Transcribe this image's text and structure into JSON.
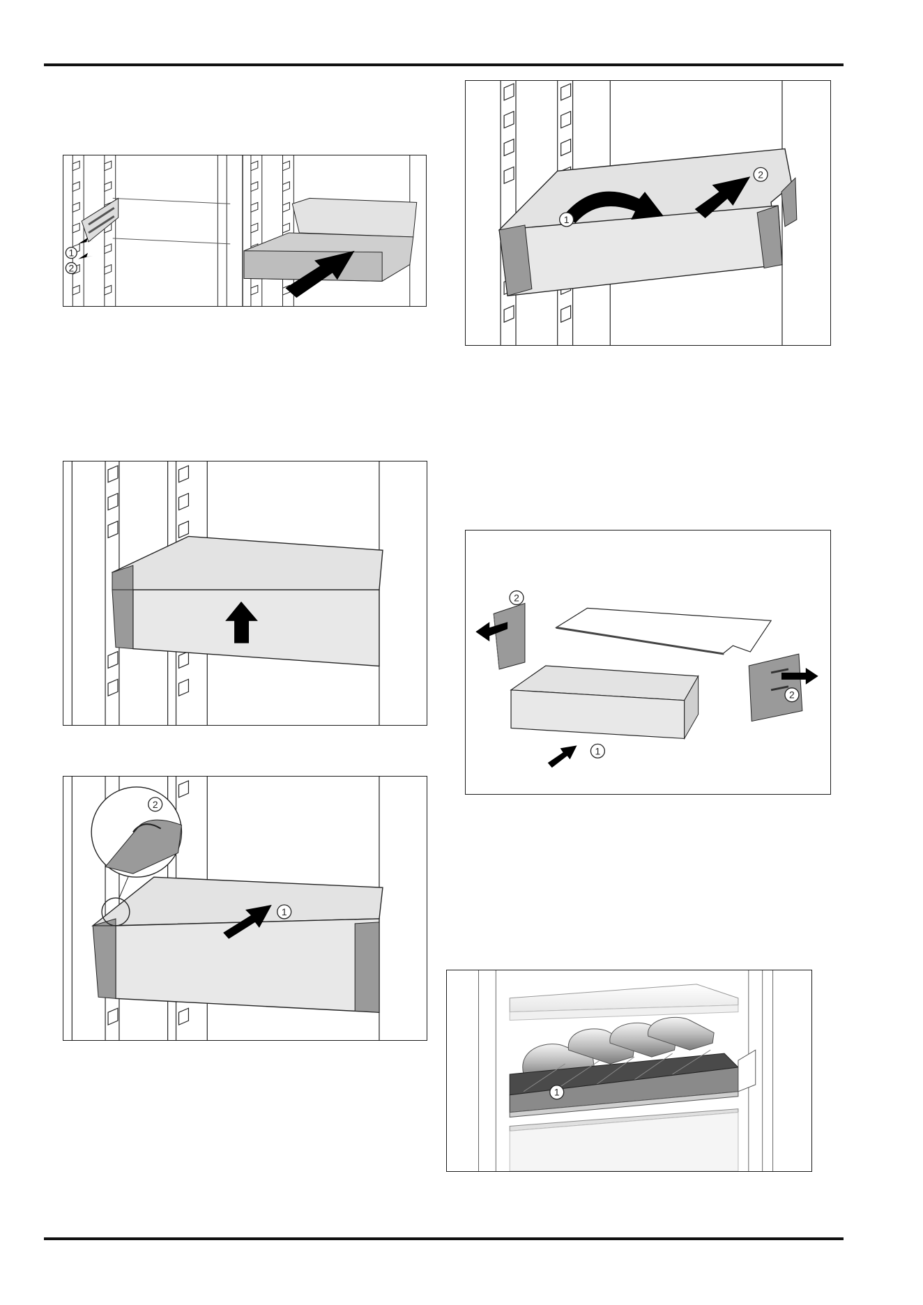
{
  "callouts": {
    "one": "1",
    "two": "2"
  },
  "colors": {
    "panel_light": "#e3e3e3",
    "panel_mid": "#cfcfcf",
    "panel_dark": "#9a9a9a",
    "arrow": "#000000",
    "line": "#1a1a1a"
  },
  "icons": [
    "arrow-icon",
    "curved-arrow-icon",
    "rail-slots",
    "callout-circle"
  ]
}
